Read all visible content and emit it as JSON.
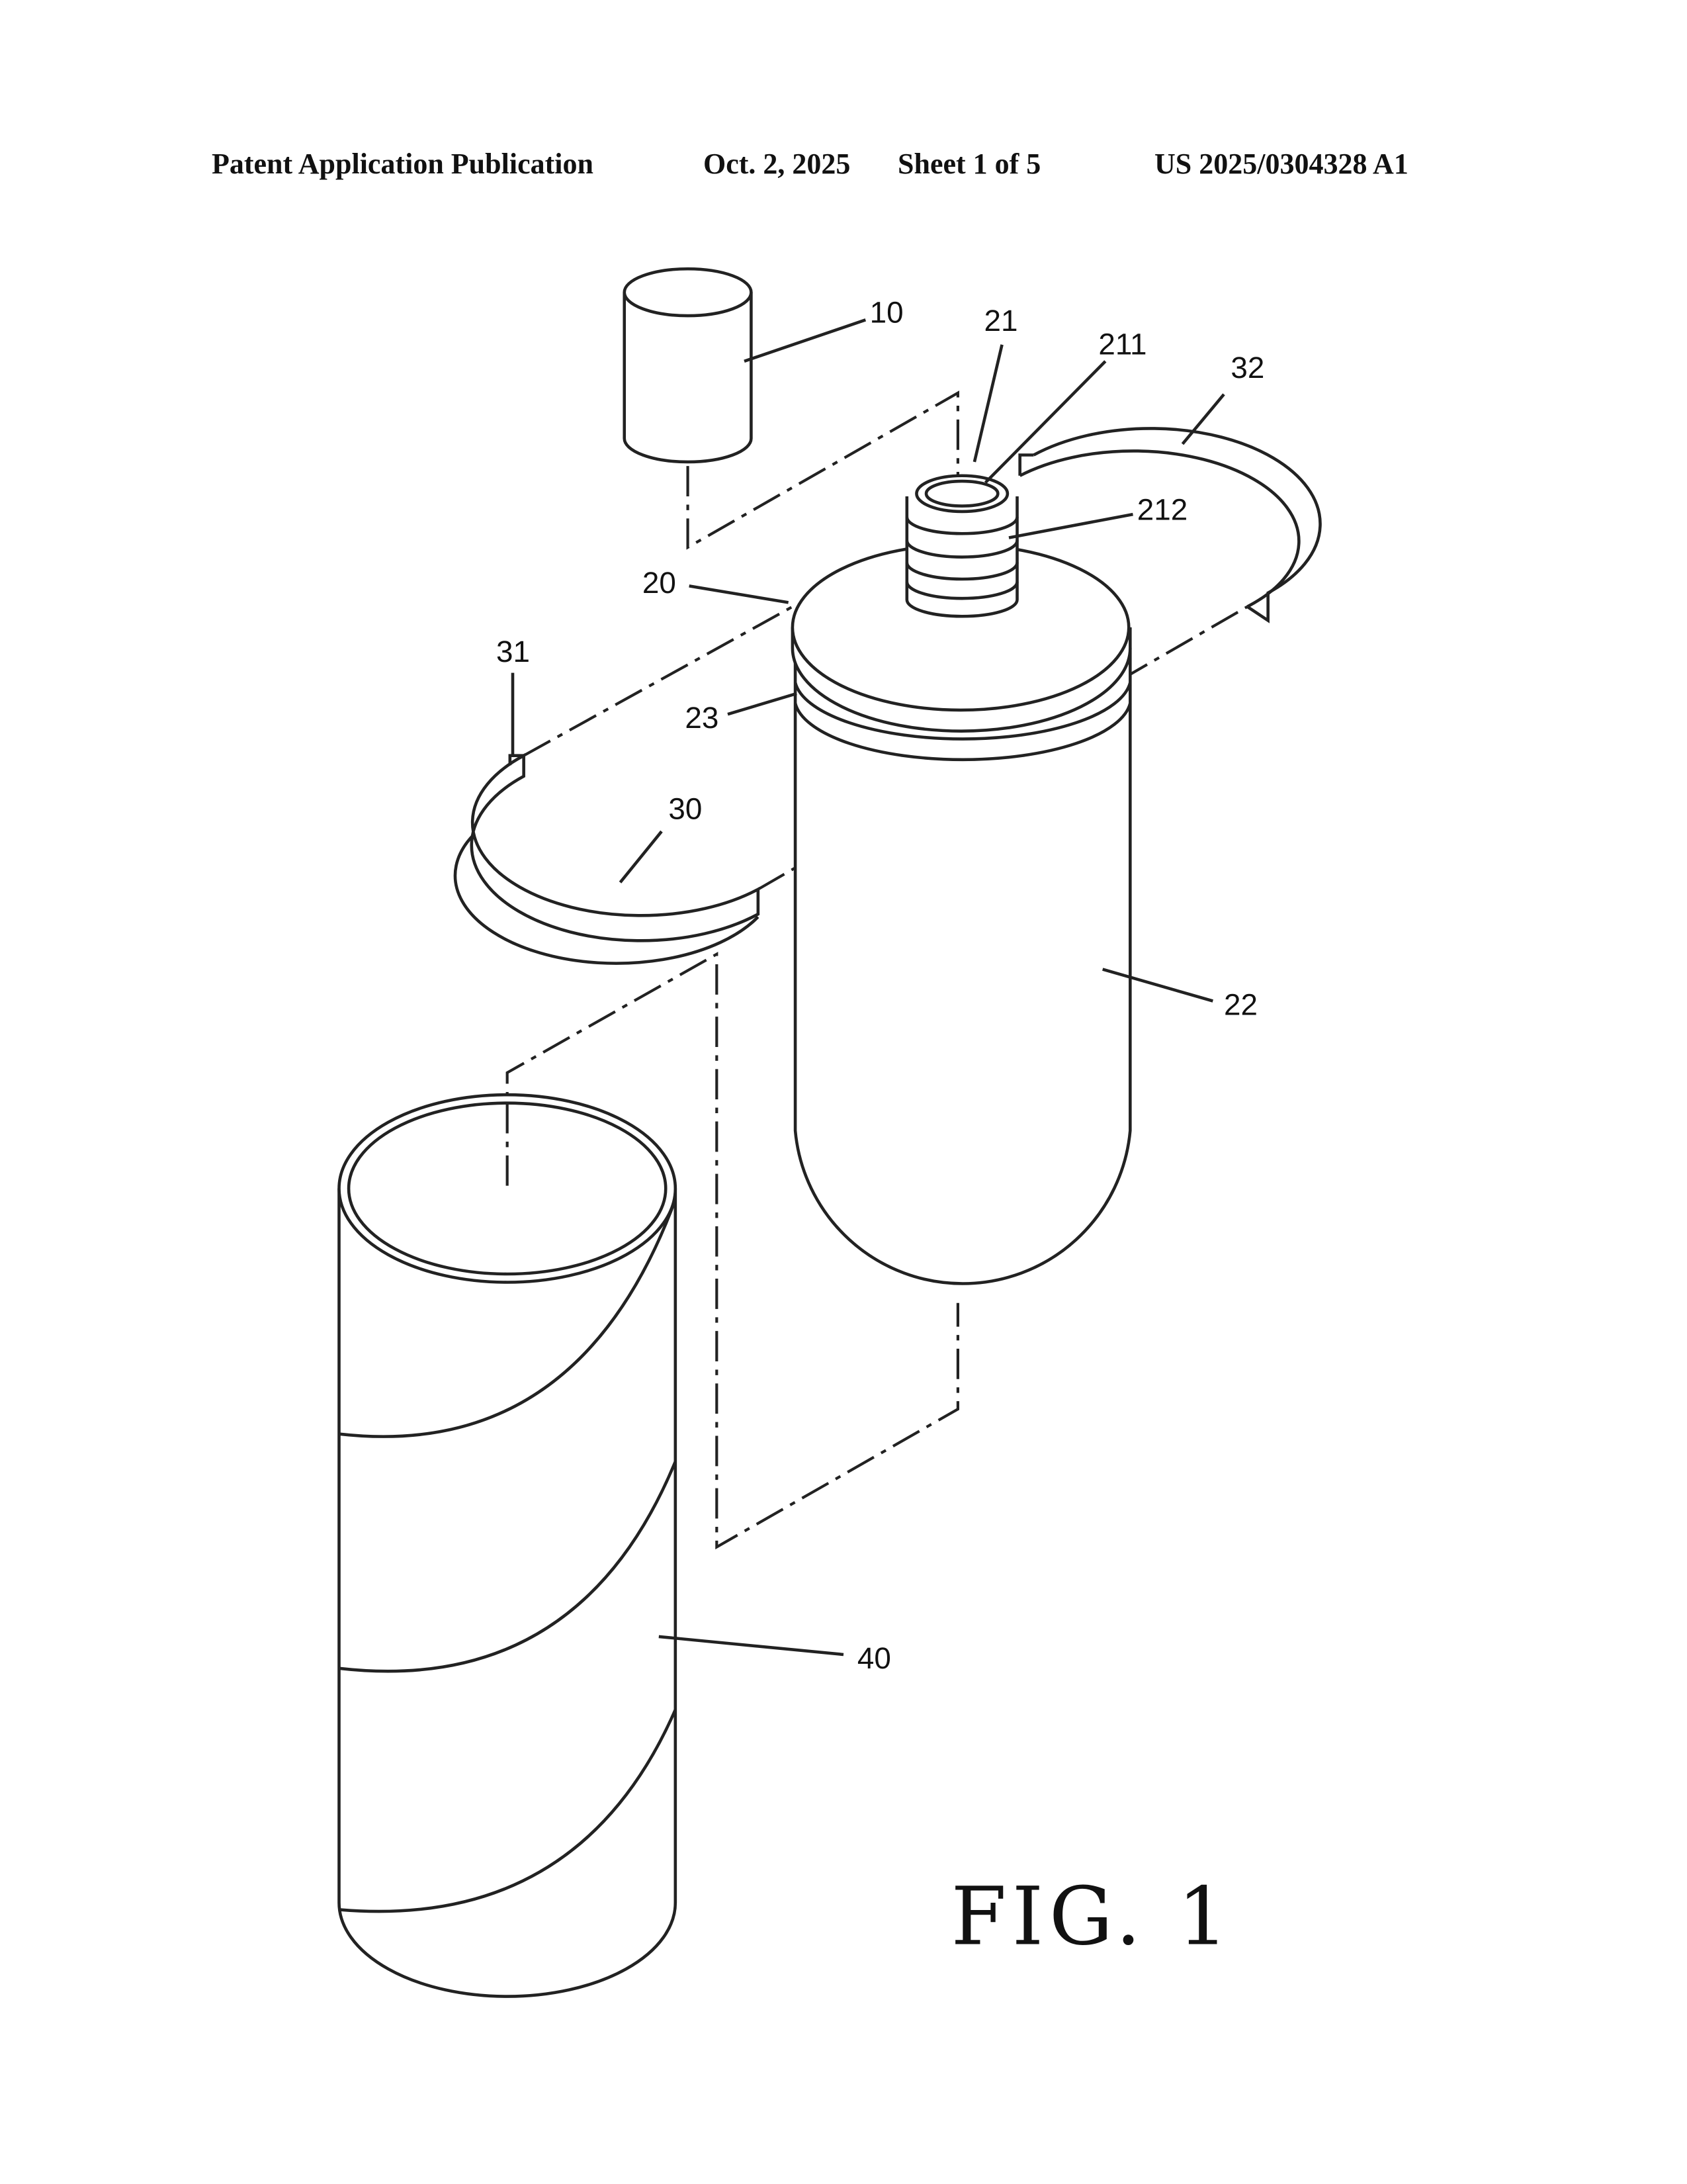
{
  "header": {
    "publication_type": "Patent Application Publication",
    "date": "Oct. 2, 2025",
    "sheet": "Sheet 1 of 5",
    "number": "US 2025/0304328 A1"
  },
  "figure": {
    "title": "FIG. 1",
    "labels": {
      "cap": "10",
      "neck": "21",
      "neck_top": "211",
      "thread": "212",
      "body": "20",
      "container": "22",
      "groove": "23",
      "ring": "30",
      "ring_end_left": "31",
      "ring_end_right": "32",
      "sleeve": "40"
    }
  }
}
